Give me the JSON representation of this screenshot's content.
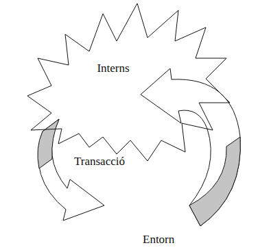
{
  "diagram": {
    "nodes": [
      {
        "text": [
          "Interns"
        ]
      }
    ],
    "labels": [
      "Transacció",
      "Entorn"
    ]
  }
}
